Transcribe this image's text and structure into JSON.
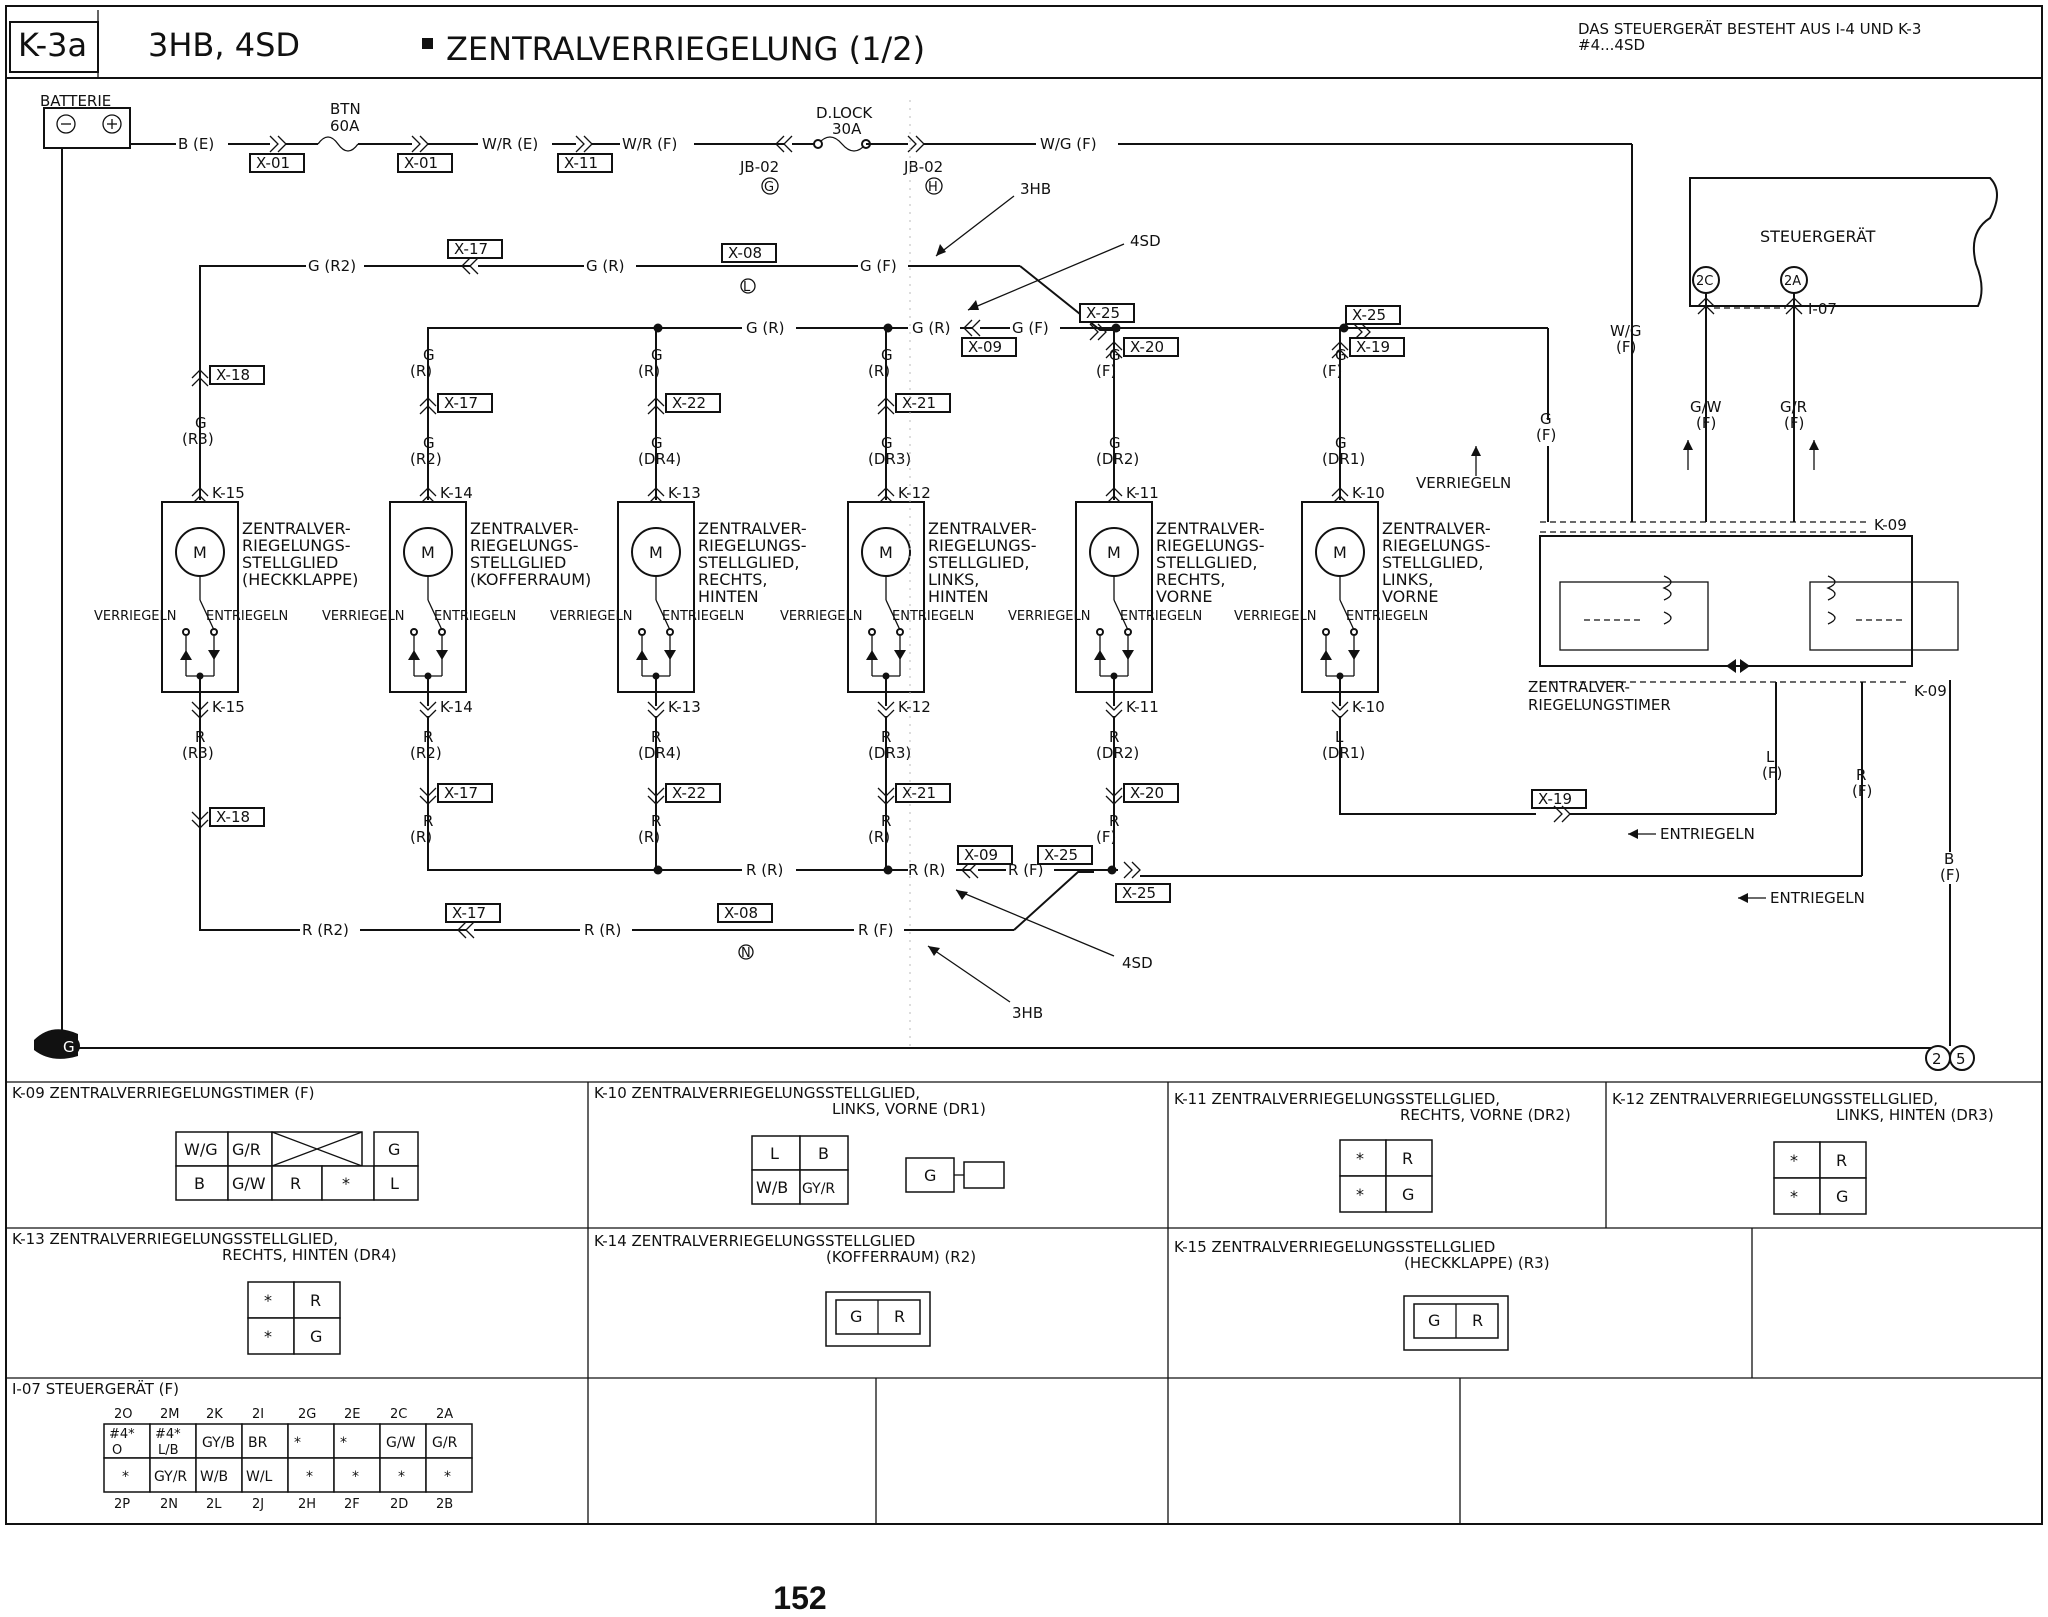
{
  "header": {
    "page_code": "K-3a",
    "models": "3HB, 4SD",
    "title": "ZENTRALVERRIEGELUNG (1/2)",
    "note_line1": "DAS STEUERGERÄT BESTEHT AUS I-4 UND K-3",
    "note_line2": "#4...4SD"
  },
  "power": {
    "battery": "BATTERIE",
    "fuse1_name": "BTN",
    "fuse1_rating": "60A",
    "fuse2_name": "D.LOCK",
    "fuse2_rating": "30A",
    "wire_b_e": "B (E)",
    "wire_wr_e": "W/R (E)",
    "wire_wr_f": "W/R (F)",
    "wire_wg_f": "W/G (F)",
    "x01": "X-01",
    "x11": "X-11",
    "jb_left": "JB-02",
    "jb_left_pin": "G",
    "jb_right": "JB-02",
    "jb_right_pin": "H"
  },
  "labels": {
    "hb3": "3HB",
    "sd4": "4SD",
    "verriegeln": "VERRIEGELN",
    "entriegeln": "ENTRIEGELN",
    "timer": [
      "ZENTRALVER-",
      "RIEGELUNGSTIMER"
    ],
    "steuergeraet": "STEUERGERÄT",
    "pin_2c": "2C",
    "pin_2a": "2A",
    "i07": "I-07",
    "k09": "K-09",
    "ground_letter": "G",
    "ground_2": "2",
    "ground_5": "5",
    "splice_l": "L",
    "splice_n": "N",
    "wg_f": [
      "W/G",
      "(F)"
    ],
    "gw_f": [
      "G/W",
      "(F)"
    ],
    "gr_f": [
      "G/R",
      "(F)"
    ],
    "g_f": [
      "G",
      "(F)"
    ],
    "l_f": [
      "L",
      "(F)"
    ],
    "r_f": [
      "R",
      "(F)"
    ],
    "b_f": [
      "B",
      "(F)"
    ],
    "motor": "M"
  },
  "buses": {
    "g_r2": "G (R2)",
    "g_r": "G (R)",
    "g_f": "G (F)",
    "r_r2": "R (R2)",
    "r_r": "R (R)",
    "r_f": "R (F)",
    "x17": "X-17",
    "x08": "X-08",
    "x09": "X-09",
    "x25": "X-25",
    "x19": "X-19"
  },
  "actuators": [
    {
      "conn": "K-15",
      "x_top": "X-18",
      "wire_top": [
        "G",
        "(R3)"
      ],
      "wire_bot": [
        "R",
        "(R3)"
      ],
      "lines": [
        "ZENTRALVER-",
        "RIEGELUNGS-",
        "STELLGLIED",
        "(HECKKLAPPE)"
      ]
    },
    {
      "conn": "K-14",
      "x_top": "X-17",
      "wire_top": [
        "G",
        "(R)",
        "G",
        "(R2)"
      ],
      "wire_bot": [
        "R",
        "(R2)",
        "R",
        "(R)"
      ],
      "lines": [
        "ZENTRALVER-",
        "RIEGELUNGS-",
        "STELLGLIED",
        "(KOFFERRAUM)"
      ]
    },
    {
      "conn": "K-13",
      "x_top": "X-22",
      "wire_top": [
        "G",
        "(R)",
        "G",
        "(DR4)"
      ],
      "wire_bot": [
        "R",
        "(DR4)",
        "R",
        "(R)"
      ],
      "lines": [
        "ZENTRALVER-",
        "RIEGELUNGS-",
        "STELLGLIED,",
        "RECHTS,",
        "HINTEN"
      ]
    },
    {
      "conn": "K-12",
      "x_top": "X-21",
      "wire_top": [
        "G",
        "(R)",
        "G",
        "(DR3)"
      ],
      "wire_bot": [
        "R",
        "(DR3)",
        "R",
        "(R)"
      ],
      "lines": [
        "ZENTRALVER-",
        "RIEGELUNGS-",
        "STELLGLIED,",
        "LINKS,",
        "HINTEN"
      ]
    },
    {
      "conn": "K-11",
      "x_top": "X-20",
      "wire_top": [
        "G",
        "(F)",
        "G",
        "(DR2)"
      ],
      "wire_bot": [
        "R",
        "(DR2)",
        "R",
        "(F)"
      ],
      "lines": [
        "ZENTRALVER-",
        "RIEGELUNGS-",
        "STELLGLIED,",
        "RECHTS,",
        "VORNE"
      ]
    },
    {
      "conn": "K-10",
      "x_top": "X-19",
      "wire_top": [
        "G",
        "(F)",
        "G",
        "(DR1)"
      ],
      "wire_bot": [
        "L",
        "(DR1)"
      ],
      "lines": [
        "ZENTRALVER-",
        "RIEGELUNGS-",
        "STELLGLIED,",
        "LINKS,",
        "VORNE"
      ]
    }
  ],
  "connectors": {
    "k09": {
      "title": "K-09  ZENTRALVERRIEGELUNGSTIMER (F)",
      "top": [
        "W/G",
        "G/R",
        "G"
      ],
      "bottom": [
        "B",
        "G/W",
        "R",
        "*",
        "L"
      ]
    },
    "k10": {
      "title1": "K-10  ZENTRALVERRIEGELUNGSSTELLGLIED,",
      "title2": "LINKS, VORNE (DR1)",
      "cells": [
        "L",
        "B",
        "W/B",
        "GY/R"
      ],
      "small": "G"
    },
    "k11": {
      "title1": "K-11  ZENTRALVERRIEGELUNGSSTELLGLIED,",
      "title2": "RECHTS, VORNE (DR2)",
      "cells": [
        "*",
        "R",
        "*",
        "G"
      ]
    },
    "k12": {
      "title1": "K-12  ZENTRALVERRIEGELUNGSSTELLGLIED,",
      "title2": "LINKS, HINTEN (DR3)",
      "cells": [
        "*",
        "R",
        "*",
        "G"
      ]
    },
    "k13": {
      "title1": "K-13  ZENTRALVERRIEGELUNGSSTELLGLIED,",
      "title2": "RECHTS, HINTEN (DR4)",
      "cells": [
        "*",
        "R",
        "*",
        "G"
      ]
    },
    "k14": {
      "title1": "K-14  ZENTRALVERRIEGELUNGSSTELLGLIED",
      "title2": "(KOFFERRAUM) (R2)",
      "cells": [
        "G",
        "R"
      ]
    },
    "k15": {
      "title1": "K-15  ZENTRALVERRIEGELUNGSSTELLGLIED",
      "title2": "(HECKKLAPPE) (R3)",
      "cells": [
        "G",
        "R"
      ]
    },
    "i07": {
      "title": "I-07  STEUERGERÄT (F)",
      "pins_top": [
        "2O",
        "2M",
        "2K",
        "2I",
        "2G",
        "2E",
        "2C",
        "2A"
      ],
      "row1": [
        "#4*|O",
        "#4*|L/B",
        "GY/B",
        "BR",
        "*",
        "*",
        "G/W",
        "G/R"
      ],
      "row2": [
        "*",
        "GY/R",
        "W/B",
        "W/L",
        "*",
        "*",
        "*",
        "*"
      ],
      "pins_bottom": [
        "2P",
        "2N",
        "2L",
        "2J",
        "2H",
        "2F",
        "2D",
        "2B"
      ]
    }
  },
  "footer": {
    "page_number": "152"
  }
}
